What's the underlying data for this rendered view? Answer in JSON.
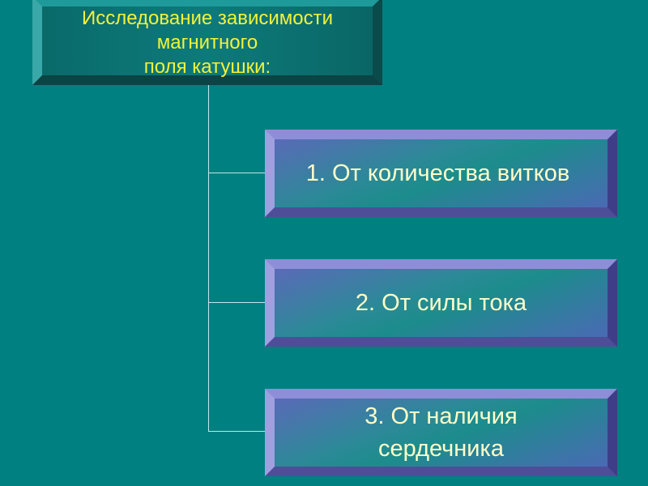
{
  "title": {
    "line1": "Исследование зависимости",
    "line2": "магнитного",
    "line3": "поля катушки:"
  },
  "items": [
    {
      "line1": "1. От количества витков"
    },
    {
      "line1": "2. От силы тока"
    },
    {
      "line1": "3. От наличия",
      "line2": "сердечника"
    }
  ],
  "colors": {
    "background": "#008080",
    "title_text": "#f2f23a",
    "item_text": "#ffffc8"
  }
}
